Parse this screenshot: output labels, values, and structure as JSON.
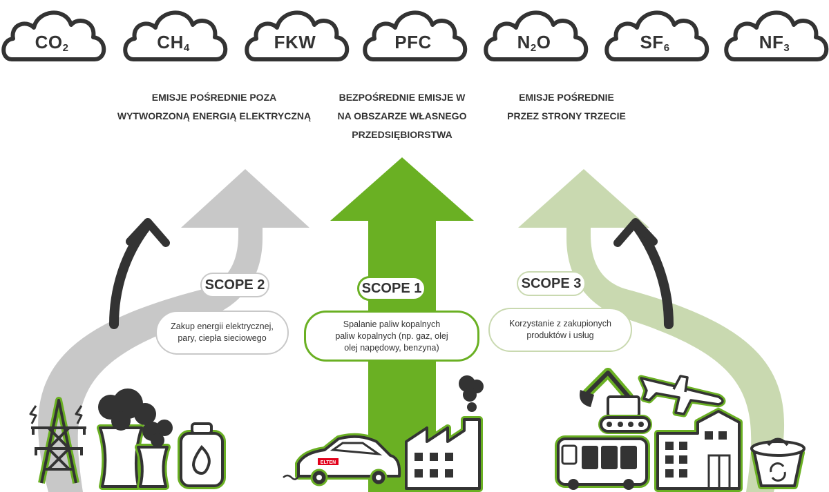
{
  "colors": {
    "dark": "#333333",
    "green": "#6ab023",
    "light_green": "#c9d9b0",
    "grey_arrow": "#c8c8c8"
  },
  "gases": [
    {
      "base": "CO",
      "sub": "2",
      "icon": "cloud-icon"
    },
    {
      "base": "CH",
      "sub": "4",
      "icon": "cloud-icon"
    },
    {
      "base": "FKW",
      "sub": "",
      "icon": "cloud-icon"
    },
    {
      "base": "PFC",
      "sub": "",
      "icon": "cloud-icon"
    },
    {
      "base": "N",
      "sub": "2",
      "tail": "O",
      "icon": "cloud-icon"
    },
    {
      "base": "SF",
      "sub": "6",
      "icon": "cloud-icon"
    },
    {
      "base": "NF",
      "sub": "3",
      "icon": "cloud-icon"
    }
  ],
  "descriptions": {
    "scope2": [
      "EMISJE POŚREDNIE POZA",
      "WYTWORZONĄ ENERGIĄ ELEKTRYCZNĄ"
    ],
    "scope1": [
      "BEZPOŚREDNIE EMISJE W",
      "NA OBSZARZE WŁASNEGO",
      "PRZEDSIĘBIORSTWA"
    ],
    "scope3": [
      "EMISJE POŚREDNIE",
      "PRZEZ STRONY TRZECIE"
    ]
  },
  "scopes": {
    "scope2": {
      "label": "SCOPE 2",
      "note": [
        "Zakup energii elektrycznej,",
        "pary, ciepła sieciowego"
      ]
    },
    "scope1": {
      "label": "SCOPE 1",
      "note": [
        "Spalanie paliw kopalnych",
        "paliw kopalnych (np. gaz, olej",
        "olej napędowy, benzyna)"
      ]
    },
    "scope3": {
      "label": "SCOPE 3",
      "note": [
        "Korzystanie z zakupionych",
        "produktów i usług"
      ]
    }
  },
  "logo_text": "ELTEN",
  "icons": {
    "scope2": [
      "power-pylon-icon",
      "cooling-tower-icon",
      "gas-cylinder-icon"
    ],
    "scope1": [
      "car-icon",
      "factory-icon"
    ],
    "scope3": [
      "excavator-icon",
      "airplane-icon",
      "bus-icon",
      "office-building-icon",
      "recycling-bin-icon"
    ]
  }
}
